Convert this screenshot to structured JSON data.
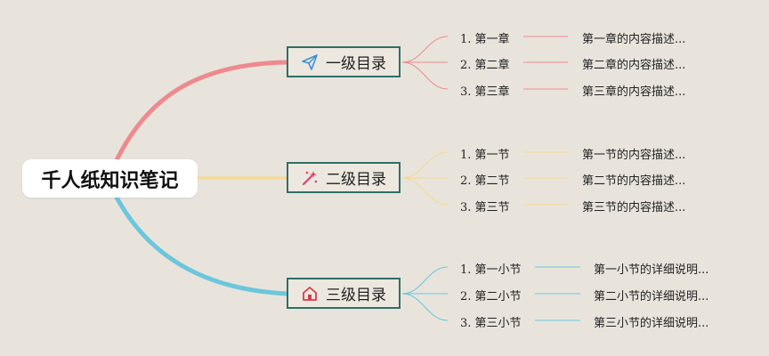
{
  "root": {
    "title": "千人纸知识笔记"
  },
  "colors": {
    "branch1": "#ee8a8e",
    "branch2": "#f7d98d",
    "branch3": "#6cc6dc",
    "node_border": "#2f6f68"
  },
  "branches": [
    {
      "label": "一级目录",
      "icon": "paper-plane-icon",
      "items": [
        {
          "label": "1. 第一章",
          "desc": "第一章的内容描述..."
        },
        {
          "label": "2. 第二章",
          "desc": "第二章的内容描述..."
        },
        {
          "label": "3. 第三章",
          "desc": "第三章的内容描述..."
        }
      ]
    },
    {
      "label": "二级目录",
      "icon": "magic-wand-icon",
      "items": [
        {
          "label": "1. 第一节",
          "desc": "第一节的内容描述..."
        },
        {
          "label": "2. 第二节",
          "desc": "第二节的内容描述..."
        },
        {
          "label": "3. 第三节",
          "desc": "第三节的内容描述..."
        }
      ]
    },
    {
      "label": "三级目录",
      "icon": "home-icon",
      "items": [
        {
          "label": "1. 第一小节",
          "desc": "第一小节的详细说明..."
        },
        {
          "label": "2. 第二小节",
          "desc": "第二小节的详细说明..."
        },
        {
          "label": "3. 第三小节",
          "desc": "第三小节的详细说明..."
        }
      ]
    }
  ]
}
